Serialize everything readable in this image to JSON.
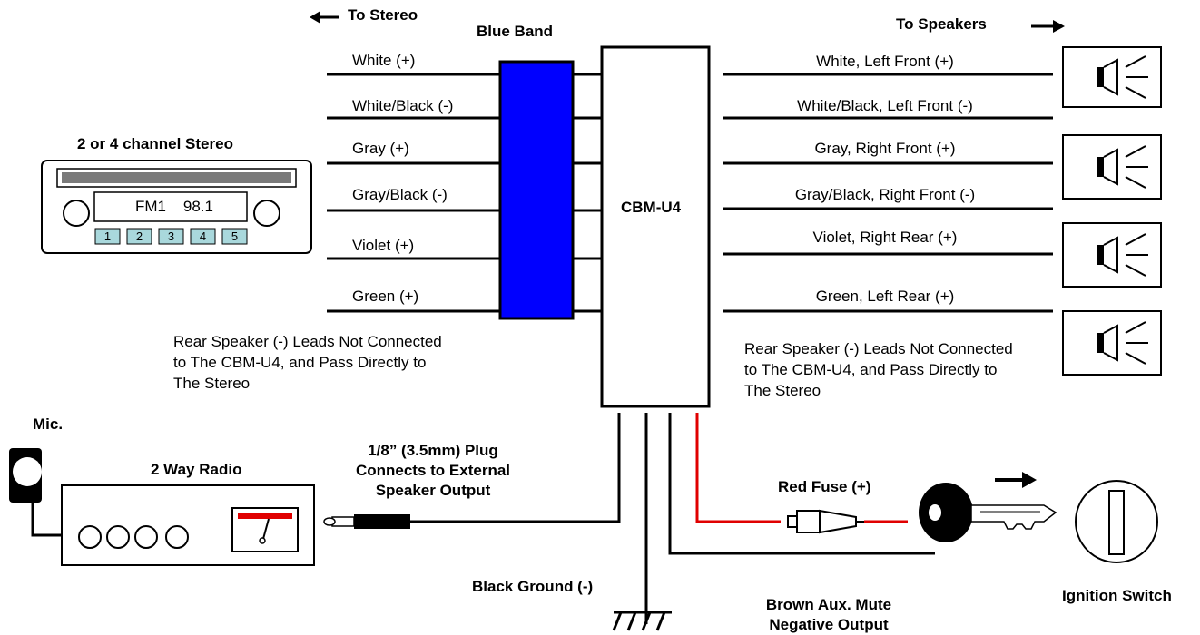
{
  "labels": {
    "to_stereo": "To Stereo",
    "to_speakers": "To Speakers",
    "blue_band": "Blue Band",
    "stereo_title": "2 or 4 channel Stereo",
    "module": "CBM-U4",
    "mic": "Mic.",
    "radio_title": "2 Way Radio",
    "plug": "1/8” (3.5mm) Plug Connects to External Speaker Output",
    "ground": "Black Ground (-)",
    "mute": "Brown Aux. Mute Negative Output",
    "fuse": "Red Fuse (+)",
    "ignition": "Ignition Switch",
    "rear_note_left": "Rear Speaker (-) Leads Not Connected to The CBM-U4, and Pass Directly to The Stereo",
    "rear_note_right": "Rear Speaker (-) Leads Not Connected to The CBM-U4, and Pass Directly to The Stereo"
  },
  "wires_left": [
    {
      "label": "White (+)"
    },
    {
      "label": "White/Black (-)"
    },
    {
      "label": "Gray (+)"
    },
    {
      "label": "Gray/Black (-)"
    },
    {
      "label": "Violet (+)"
    },
    {
      "label": "Green (+)"
    }
  ],
  "wires_right": [
    {
      "label": "White, Left Front (+)"
    },
    {
      "label": "White/Black, Left Front (-)"
    },
    {
      "label": "Gray, Right Front (+)"
    },
    {
      "label": "Gray/Black, Right Front (-)"
    },
    {
      "label": "Violet, Right Rear (+)"
    },
    {
      "label": "Green, Left Rear (+)"
    }
  ],
  "stereo": {
    "display": "FM1    98.1",
    "presets": [
      "1",
      "2",
      "3",
      "4",
      "5"
    ]
  },
  "colors": {
    "blue_band": "#0000ff",
    "red_wire": "#e00000",
    "preset_fill": "#a9d8dc",
    "tape_slot": "#7a7a7a"
  }
}
